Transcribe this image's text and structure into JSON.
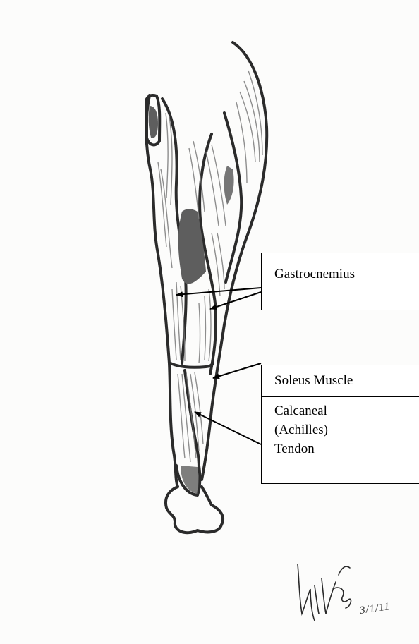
{
  "labels": {
    "gastrocnemius": "Gastrocnemius",
    "soleus": "Soleus Muscle",
    "calcaneal_lines": [
      "Calcaneal",
      "(Achilles)",
      "Tendon"
    ]
  },
  "signature": {
    "date": "3/1/11"
  },
  "colors": {
    "outline": "#2b2b2b",
    "shading": "#7a7a7a",
    "dark_fill": "#5e5e5e",
    "paper": "#fcfcfb"
  }
}
